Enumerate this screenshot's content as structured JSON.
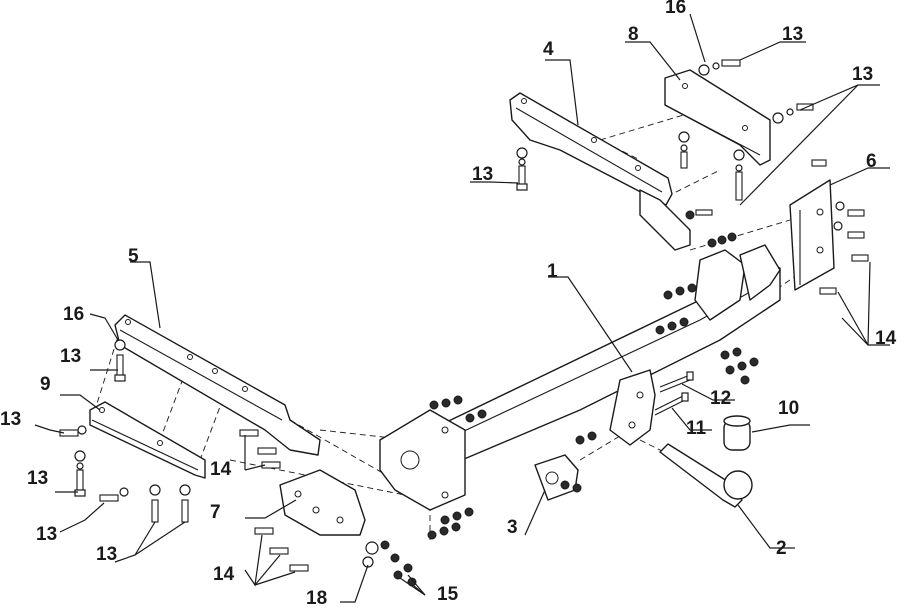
{
  "callouts": [
    {
      "id": "1",
      "text": "1"
    },
    {
      "id": "2",
      "text": "2"
    },
    {
      "id": "3",
      "text": "3"
    },
    {
      "id": "4",
      "text": "4"
    },
    {
      "id": "5",
      "text": "5"
    },
    {
      "id": "6",
      "text": "6"
    },
    {
      "id": "7",
      "text": "7"
    },
    {
      "id": "8",
      "text": "8"
    },
    {
      "id": "9",
      "text": "9"
    },
    {
      "id": "10",
      "text": "10"
    },
    {
      "id": "11",
      "text": "11"
    },
    {
      "id": "12",
      "text": "12"
    },
    {
      "id": "13a",
      "text": "13"
    },
    {
      "id": "13b",
      "text": "13"
    },
    {
      "id": "13c",
      "text": "13"
    },
    {
      "id": "13d",
      "text": "13"
    },
    {
      "id": "13e",
      "text": "13"
    },
    {
      "id": "13f",
      "text": "13"
    },
    {
      "id": "13g",
      "text": "13"
    },
    {
      "id": "13h",
      "text": "13"
    },
    {
      "id": "14a",
      "text": "14"
    },
    {
      "id": "14b",
      "text": "14"
    },
    {
      "id": "14c",
      "text": "14"
    },
    {
      "id": "15",
      "text": "15"
    },
    {
      "id": "16a",
      "text": "16"
    },
    {
      "id": "16b",
      "text": "16"
    },
    {
      "id": "18",
      "text": "18"
    }
  ]
}
